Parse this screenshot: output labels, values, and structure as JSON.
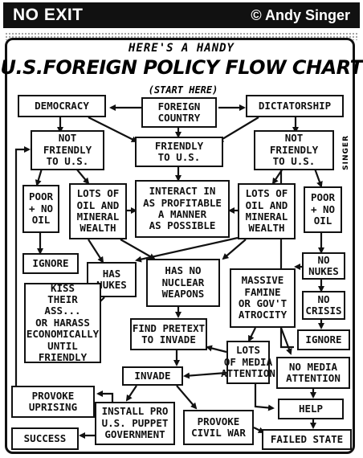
{
  "header": {
    "brand": "NO EXIT",
    "credit": "© Andy Singer"
  },
  "title": {
    "pre": "HERE'S A HANDY",
    "main": "U.S.FOREIGN POLICY FLOW CHART",
    "start": "(START HERE)"
  },
  "signature": "SINGER",
  "nodes": {
    "democracy": "DEMOCRACY",
    "foreign_country": "FOREIGN\nCOUNTRY",
    "dictatorship": "DICTATORSHIP",
    "not_friendly_left": "NOT\nFRIENDLY\nTO U.S.",
    "friendly": "FRIENDLY\nTO U.S.",
    "not_friendly_right": "NOT\nFRIENDLY\nTO U.S.",
    "poor_left": "POOR\n+ NO\nOIL",
    "oil_left": "LOTS OF\nOIL AND\nMINERAL\nWEALTH",
    "interact": "INTERACT IN\nAS PROFITABLE\nA MANNER\nAS POSSIBLE",
    "oil_right": "LOTS OF\nOIL AND\nMINERAL\nWEALTH",
    "poor_right": "POOR\n+ NO\nOIL",
    "ignore_left": "IGNORE",
    "has_nukes": "HAS\nNUKES",
    "no_nuclear": "HAS NO\nNUCLEAR\nWEAPONS",
    "famine": "MASSIVE\nFAMINE\nOR GOV'T\nATROCITY",
    "no_nukes": "NO\nNUKES",
    "kiss": "KISS\nTHEIR\nASS...\nOR HARASS\nECONOMICALLY\nUNTIL\nFRIENDLY",
    "no_crisis": "NO\nCRISIS",
    "pretext": "FIND PRETEXT\nTO INVADE",
    "ignore_right": "IGNORE",
    "media": "LOTS\nOF MEDIA\nATTENTION",
    "no_media": "NO MEDIA\nATTENTION",
    "invade": "INVADE",
    "provoke_uprising": "PROVOKE\nUPRISING",
    "help": "HELP",
    "puppet": "INSTALL PRO\nU.S. PUPPET\nGOVERNMENT",
    "civil_war": "PROVOKE\nCIVIL WAR",
    "success": "SUCCESS",
    "failed_state": "FAILED STATE"
  }
}
